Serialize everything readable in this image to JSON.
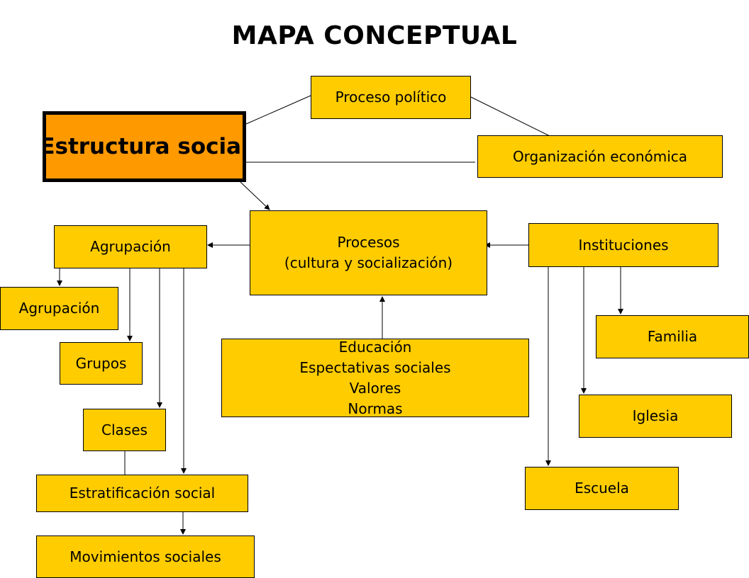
{
  "title": "MAPA CONCEPTUAL",
  "colors": {
    "main_node_fill": "#ff9900",
    "node_fill": "#ffcc00",
    "border": "#000000"
  },
  "nodes": {
    "estructura_social": "Estructura social",
    "proceso_politico": "Proceso político",
    "organizacion_economica": "Organización económica",
    "procesos": [
      "Procesos",
      "(cultura y socialización)"
    ],
    "agrupacion": "Agrupación",
    "agrupacion_sub": "Agrupación",
    "grupos": "Grupos",
    "clases": "Clases",
    "estratificacion_social": "Estratificación social",
    "movimientos_sociales": "Movimientos sociales",
    "educacion": [
      "Educación",
      "Espectativas sociales",
      "Valores",
      "Normas"
    ],
    "instituciones": "Instituciones",
    "familia": "Familia",
    "iglesia": "Iglesia",
    "escuela": "Escuela"
  }
}
